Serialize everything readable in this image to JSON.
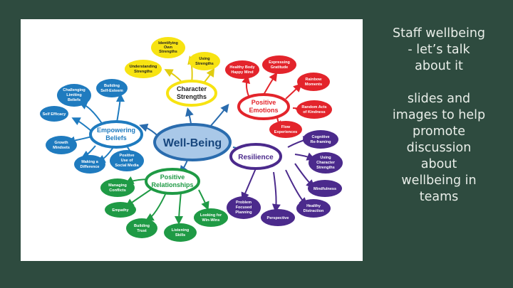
{
  "slide": {
    "title_lines": [
      "Staff wellbeing",
      "- let’s talk",
      "about it"
    ],
    "body_lines": [
      "slides and",
      "images to help",
      "promote",
      "discussion",
      "about",
      "wellbeing in",
      "teams"
    ]
  },
  "diagram": {
    "center": "Well-Being",
    "hubs": {
      "character": [
        "Character",
        "Strengths"
      ],
      "emotions": [
        "Positive",
        "Emotions"
      ],
      "beliefs": [
        "Empowering",
        "Beliefs"
      ],
      "resilience": "Resilience",
      "relationships": [
        "Positive",
        "Relationships"
      ]
    },
    "leaves": {
      "identifying": [
        "Identifying",
        "Own",
        "Strengths"
      ],
      "understanding": [
        "Understanding",
        "Strengths"
      ],
      "using": [
        "Using",
        "Strengths"
      ],
      "healthy_body": [
        "Healthy Body",
        "Happy Mind"
      ],
      "gratitude": [
        "Expressing",
        "Gratitude"
      ],
      "rainbow": [
        "Rainbow",
        "Moments"
      ],
      "kindness": [
        "Random Acts",
        "of Kindness"
      ],
      "flow": [
        "Flow",
        "Experiences"
      ],
      "limiting": [
        "Challenging",
        "Limiting",
        "Beliefs"
      ],
      "self_esteem": [
        "Building",
        "Self-Esteem"
      ],
      "self_efficacy": [
        "Self Efficacy"
      ],
      "growth": [
        "Growth",
        "Mindsets"
      ],
      "difference": [
        "Making a",
        "Difference"
      ],
      "social_media": [
        "Positive",
        "Use of",
        "Social Media"
      ],
      "reframing": [
        "Cognitive",
        "Re-framing"
      ],
      "using_character": [
        "Using",
        "Character",
        "Strengths"
      ],
      "mindfulness": [
        "Mindfulness"
      ],
      "distraction": [
        "Healthy",
        "Distraction"
      ],
      "perspective": [
        "Perspective"
      ],
      "problem_focused": [
        "Problem",
        "Focused",
        "Planning"
      ],
      "conflicts": [
        "Managing",
        "Conflicts"
      ],
      "empathy": [
        "Empathy"
      ],
      "trust": [
        "Building",
        "Trust"
      ],
      "listening": [
        "Listening",
        "Skills"
      ],
      "win_wins": [
        "Looking for",
        "Win-Wins"
      ]
    },
    "colors": {
      "yellow": "#f7e312",
      "red": "#e3242b",
      "blue": "#1f7bbf",
      "purple": "#4b2a8c",
      "green": "#1f9a45",
      "center_fill": "#a9c8e8",
      "center_stroke": "#2a6cae",
      "center_text": "#17467d",
      "background": "#2e4b3f",
      "slide_text": "#e9eee9"
    }
  }
}
